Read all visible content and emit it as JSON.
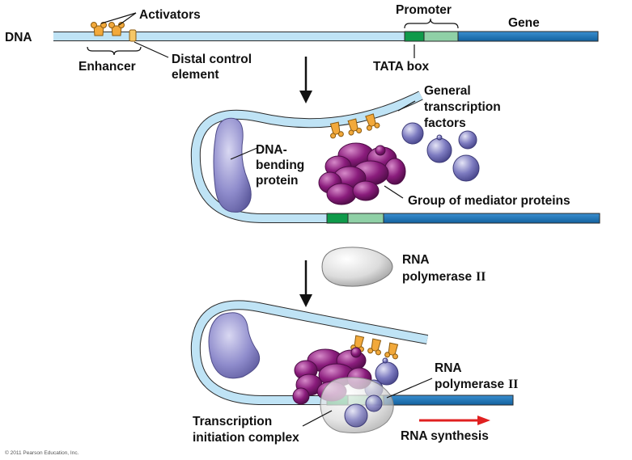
{
  "labels": {
    "activators": "Activators",
    "dna": "DNA",
    "enhancer": "Enhancer",
    "distal_line1": "Distal control",
    "distal_line2": "element",
    "promoter": "Promoter",
    "gene": "Gene",
    "tata_box": "TATA box",
    "gtf_line1": "General",
    "gtf_line2": "transcription",
    "gtf_line3": "factors",
    "dnabend_line1": "DNA-",
    "dnabend_line2": "bending",
    "dnabend_line3": "protein",
    "mediator": "Group of mediator proteins",
    "rnapol_free_line1": "RNA",
    "rnapol_free_line2": "polymerase",
    "rnapol_free_numeral": "II",
    "rnapol_bound_line1": "RNA",
    "rnapol_bound_line2": "polymerase",
    "rnapol_bound_numeral": "II",
    "complex_line1": "Transcription",
    "complex_line2": "initiation complex",
    "rna_synthesis": "RNA synthesis",
    "copyright": "© 2011 Pearson Education, Inc."
  },
  "colors": {
    "dna_light": "#bfe3f5",
    "dna_dark": "#1b75bb",
    "tata_green": "#0f9a4a",
    "promoter_green": "#8fd0a6",
    "activator_orange": "#f2a93b",
    "mediator_purple": "#8a1c7c",
    "gtf_blue": "#7d7bc0",
    "bending_lavender": "#8f8ccc",
    "polymerase_gray": "#d9d9d9",
    "arrow_red": "#e02020"
  }
}
